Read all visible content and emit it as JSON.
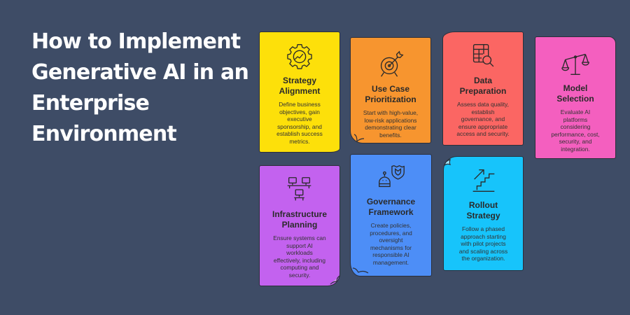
{
  "title": {
    "lines": [
      "How to Implement",
      "Generative AI in an",
      "Enterprise",
      "Environment"
    ]
  },
  "colors": {
    "background": "#3e4c66",
    "strategy": "#fde00a",
    "use_case": "#f7952f",
    "data": "#fb6663",
    "model": "#f45fbf",
    "infrastructure": "#c362ef",
    "governance": "#4d8ef7",
    "rollout": "#17c4fb"
  },
  "cards": [
    {
      "icon": "gear-chart-icon",
      "title_lines": [
        "Strategy",
        "Alignment"
      ],
      "desc_lines": [
        "Define business",
        "objectives, gain",
        "executive",
        "sponsorship, and",
        "establish success",
        "metrics."
      ]
    },
    {
      "icon": "target-arrow-icon",
      "title_lines": [
        "Use Case",
        "Prioritization"
      ],
      "desc_lines": [
        "Start with high-value,",
        "low-risk applications",
        "demonstrating clear",
        "benefits."
      ]
    },
    {
      "icon": "table-search-icon",
      "title_lines": [
        "Data",
        "Preparation"
      ],
      "desc_lines": [
        "Assess data quality,",
        "establish",
        "governance, and",
        "ensure appropriate",
        "access and security."
      ]
    },
    {
      "icon": "balance-scale-icon",
      "title_lines": [
        "Model",
        "Selection"
      ],
      "desc_lines": [
        "Evaluate AI",
        "platforms",
        "considering",
        "performance, cost,",
        "security, and",
        "integration."
      ]
    },
    {
      "icon": "network-computers-icon",
      "title_lines": [
        "Infrastructure",
        "Planning"
      ],
      "desc_lines": [
        "Ensure systems can",
        "support AI",
        "workloads",
        "effectively, including",
        "computing and",
        "security."
      ]
    },
    {
      "icon": "robot-shield-icon",
      "title_lines": [
        "Governance",
        "Framework"
      ],
      "desc_lines": [
        "Create policies,",
        "procedures, and",
        "oversight",
        "mechanisms for",
        "responsible AI",
        "management."
      ]
    },
    {
      "icon": "stairs-arrow-icon",
      "title_lines": [
        "Rollout",
        "Strategy"
      ],
      "desc_lines": [
        "Follow a phased",
        "approach starting",
        "with pilot projects",
        "and scaling across",
        "the organization."
      ]
    }
  ]
}
